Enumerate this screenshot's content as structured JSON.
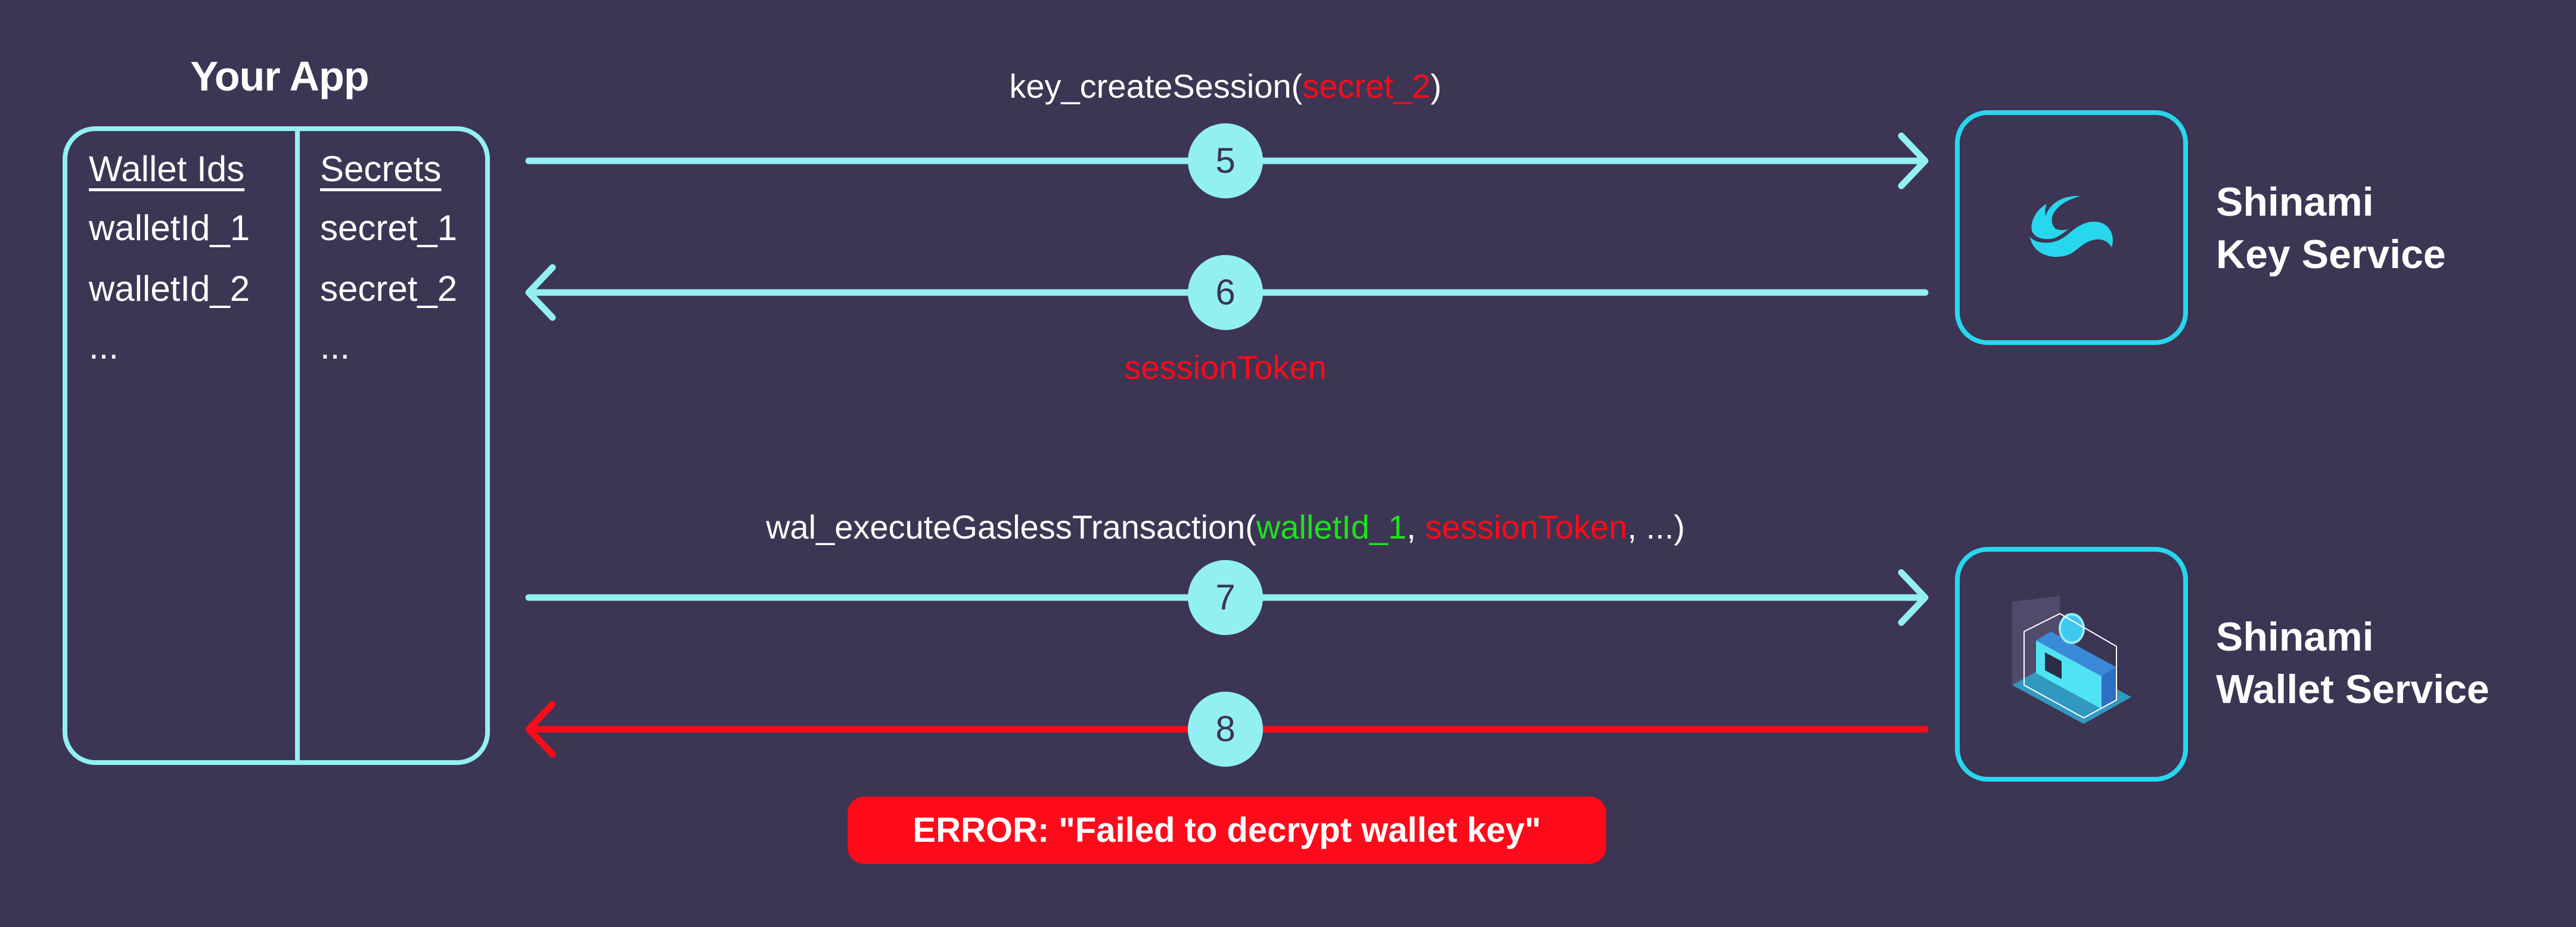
{
  "app": {
    "title": "Your App",
    "columns": [
      {
        "header": "Wallet Ids",
        "rows": [
          "walletId_1",
          "walletId_2",
          "..."
        ]
      },
      {
        "header": "Secrets",
        "rows": [
          "secret_1",
          "secret_2",
          "..."
        ]
      }
    ]
  },
  "steps": [
    {
      "number": "5",
      "direction": "right",
      "color": "#93f0f2"
    },
    {
      "number": "6",
      "direction": "left",
      "color": "#93f0f2"
    },
    {
      "number": "7",
      "direction": "right",
      "color": "#93f0f2"
    },
    {
      "number": "8",
      "direction": "left",
      "color": "#ff0a1a"
    }
  ],
  "labels": {
    "create_session": {
      "fn": "key_createSession(",
      "arg": "secret_2",
      "close": ")"
    },
    "session_token": "sessionToken",
    "execute": {
      "fn": "wal_executeGaslessTransaction(",
      "arg1": "walletId_1",
      "sep1": ", ",
      "arg2": "sessionToken",
      "rest": ", ...)"
    },
    "error": "ERROR: \"Failed to decrypt wallet key\""
  },
  "services": {
    "key": {
      "line1": "Shinami",
      "line2": "Key Service",
      "icon": "shinami-wave-logo"
    },
    "wallet": {
      "line1": "Shinami",
      "line2": "Wallet Service",
      "icon": "sui-wallet-illustration"
    }
  },
  "colors": {
    "background": "#3c3553",
    "line": "#93f0f2",
    "box": "#26d7ee",
    "error": "#ff0a1a",
    "highlight_green": "#1de21d"
  }
}
